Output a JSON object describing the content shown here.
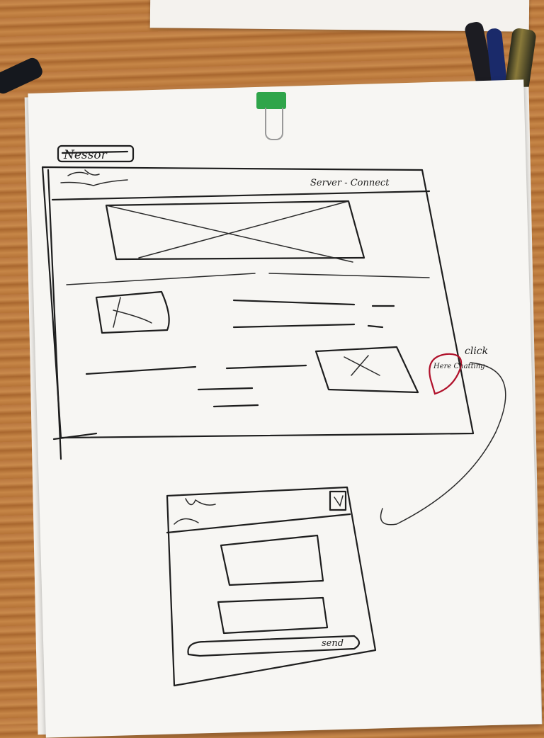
{
  "main_window": {
    "logo": "Nessor",
    "header_link": "Server - Connect"
  },
  "chat_popup": {
    "trigger_label": "Here Chatting",
    "click_annotation": "click",
    "send_label": "send"
  }
}
